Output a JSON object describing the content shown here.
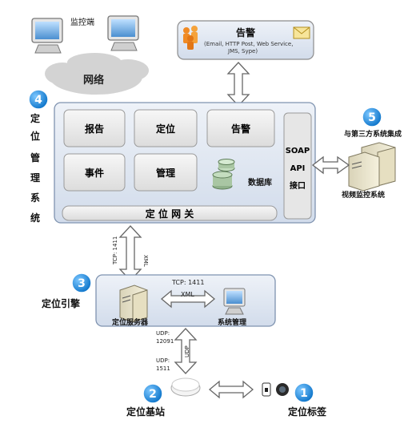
{
  "monitor_label": "监控端",
  "network_label": "网络",
  "alarm_box": {
    "title": "告警",
    "subtitle_line1": "(Email, HTTP Post, Web Service,",
    "subtitle_line2": "JMS, Sype)"
  },
  "location_system": {
    "number": "4",
    "vertical_label": [
      "定",
      "位",
      "管",
      "理",
      "系",
      "统"
    ],
    "modules": [
      "报告",
      "定位",
      "告警",
      "事件",
      "管理"
    ],
    "database_label": "数据库",
    "soap_api": [
      "SOAP",
      "API",
      "接口"
    ],
    "gateway_label": "定 位 网 关"
  },
  "third_party": {
    "number": "5",
    "label": "与第三方系统集成",
    "video_label": "视频监控系统"
  },
  "gateway_link": {
    "proto1": "TCP: 1411",
    "proto2": "XML"
  },
  "engine": {
    "number": "3",
    "label": "定位引擎",
    "tcp_label": "TCP: 1411",
    "xml_label": "XML",
    "server_label": "定位服务器",
    "mgmt_label": "系统管理"
  },
  "udp_link": {
    "left1": "UDP:",
    "left2": "12091",
    "left3": "UDP:",
    "left4": "1511",
    "vertical": "UDP"
  },
  "base_station": {
    "number": "2",
    "label": "定位基站"
  },
  "tags": {
    "number": "1",
    "label": "定位标签"
  },
  "colors": {
    "system_fill": "#dde6f2",
    "system_stroke": "#7f93b0",
    "module_fill": "#eaeaea",
    "badge": "#1e90e0",
    "arrow_fill": "#ffffff",
    "arrow_stroke": "#666666"
  }
}
